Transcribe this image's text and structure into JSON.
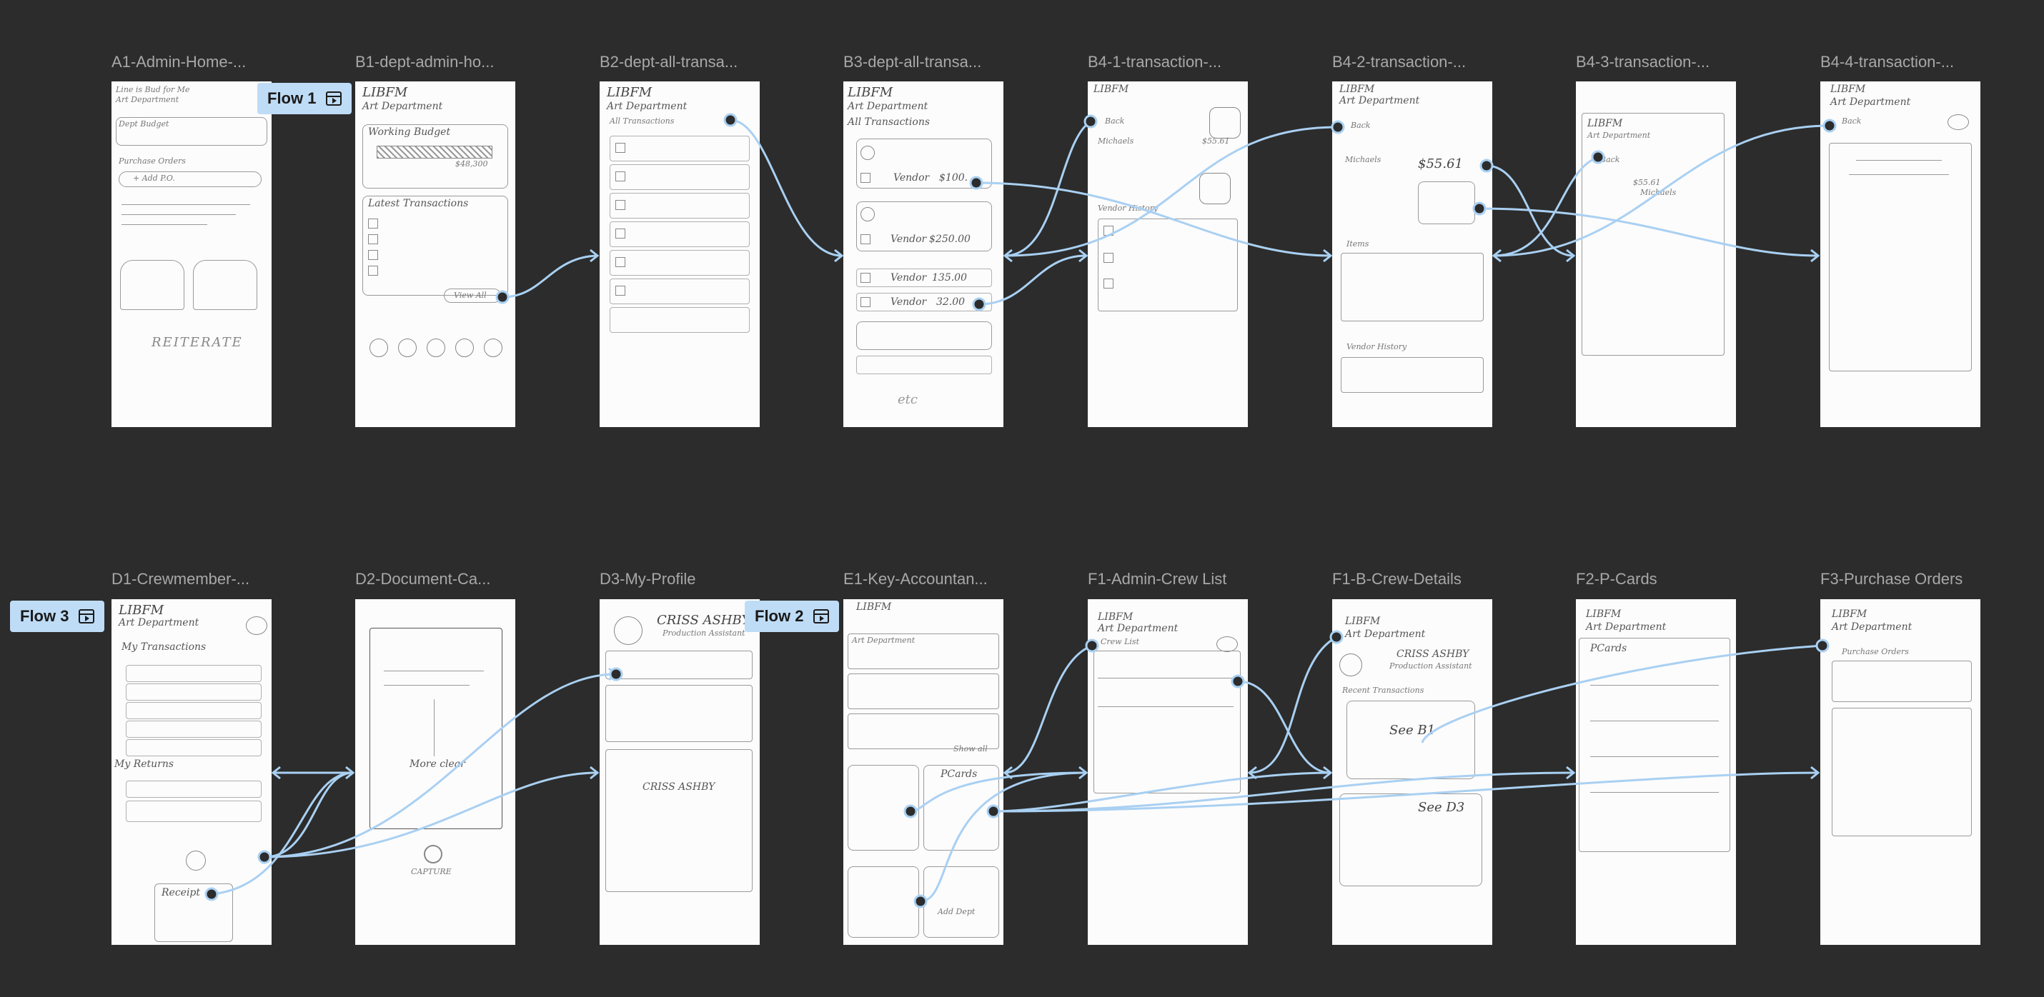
{
  "frames_row1": [
    {
      "id": "A1",
      "label": "A1-Admin-Home-..."
    },
    {
      "id": "B1",
      "label": "B1-dept-admin-ho..."
    },
    {
      "id": "B2",
      "label": "B2-dept-all-transa..."
    },
    {
      "id": "B3",
      "label": "B3-dept-all-transa..."
    },
    {
      "id": "B41",
      "label": "B4-1-transaction-..."
    },
    {
      "id": "B42",
      "label": "B4-2-transaction-..."
    },
    {
      "id": "B43",
      "label": "B4-3-transaction-..."
    },
    {
      "id": "B44",
      "label": "B4-4-transaction-..."
    }
  ],
  "frames_row2": [
    {
      "id": "D1",
      "label": "D1-Crewmember-..."
    },
    {
      "id": "D2",
      "label": "D2-Document-Ca..."
    },
    {
      "id": "D3",
      "label": "D3-My-Profile"
    },
    {
      "id": "E1",
      "label": "E1-Key-Accountan..."
    },
    {
      "id": "F1",
      "label": "F1-Admin-Crew List"
    },
    {
      "id": "F1B",
      "label": "F1-B-Crew-Details"
    },
    {
      "id": "F2",
      "label": "F2-P-Cards"
    },
    {
      "id": "F3",
      "label": "F3-Purchase Orders"
    }
  ],
  "flows": {
    "flow1": "Flow 1",
    "flow2": "Flow 2",
    "flow3": "Flow 3"
  },
  "sketch": {
    "a1_title": "Line is Bud for Me",
    "a1_dept": "Art Department",
    "a1_budget": "Dept Budget",
    "a1_orders": "Purchase Orders",
    "a1_add": "+ Add P.O.",
    "a1_reiterate": "REITERATE",
    "libfm": "LIBFM",
    "art_dept": "Art Department",
    "working_budget": "Working Budget",
    "budget_amt": "$48,300",
    "latest_tx": "Latest Transactions",
    "view_all": "View All",
    "all_tx": "All Transactions",
    "vendor": "Vendor",
    "amt_1": "$100.",
    "amt_2": "$250.00",
    "amt_3": "135.00",
    "amt_4": "32.00",
    "etc": "etc",
    "back": "Back",
    "michaels": "Michaels",
    "amt_b41": "$55.61",
    "vendor_history": "Vendor History",
    "items": "Items",
    "see_b1": "See B1",
    "my_transactions": "My Transactions",
    "my_returns": "My Returns",
    "receipt": "Receipt",
    "more_clear": "More clear",
    "capture": "CAPTURE",
    "criss_ashby": "CRISS ASHBY",
    "prod_asst": "Production Assistant",
    "pcards": "PCards",
    "view_all2": "Show all",
    "add_dept": "Add Dept",
    "admin_crew": "Crew List",
    "purchase_orders": "Purchase Orders",
    "recent_tx": "Recent Transactions",
    "see_d3": "See D3"
  },
  "colors": {
    "background": "#2c2c2c",
    "connector": "#a9d0f2",
    "badge": "#bfdcf6",
    "label": "#a8a8a8"
  }
}
